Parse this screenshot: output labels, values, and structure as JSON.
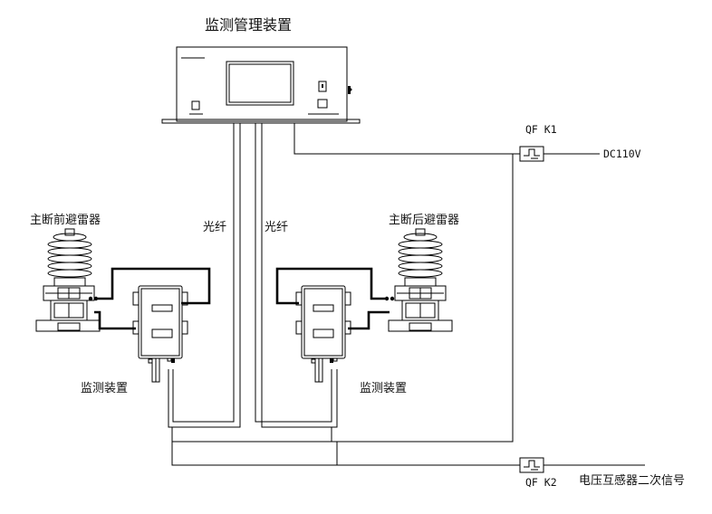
{
  "title": "监测管理装置",
  "labels": {
    "left_arrester": "主断前避雷器",
    "right_arrester": "主断后避雷器",
    "fiber_left": "光纤",
    "fiber_right": "光纤",
    "monitor_left": "监测装置",
    "monitor_right": "监测装置",
    "breaker_k1": "QF K1",
    "breaker_k2": "QF K2",
    "power_supply": "DC110V",
    "pt_signal": "电压互感器二次信号"
  },
  "colors": {
    "line": "#000000",
    "background": "#ffffff"
  },
  "icons": {
    "breaker": "circuit-breaker-icon",
    "arrester": "surge-arrester-icon",
    "monitor": "monitoring-device-icon",
    "manager": "management-unit-icon"
  }
}
